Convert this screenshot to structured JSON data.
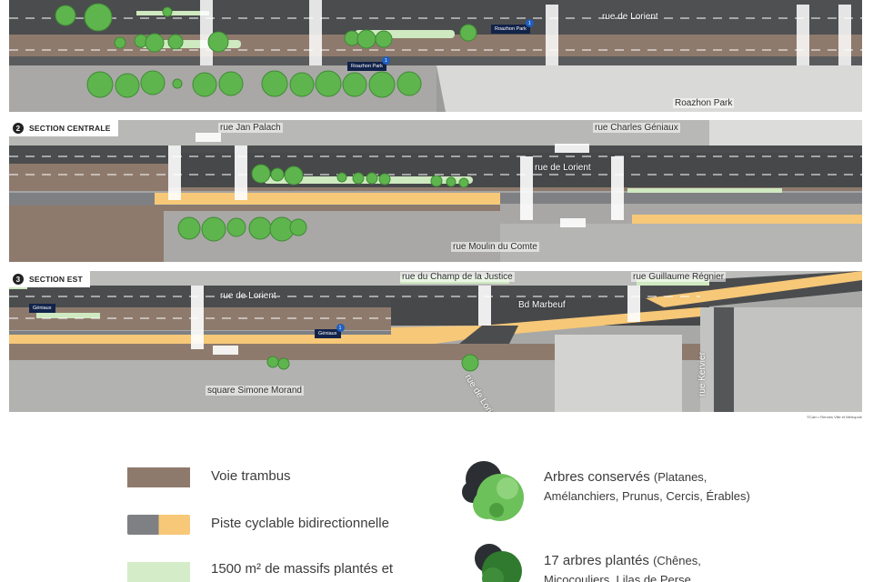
{
  "sections": {
    "s1": {
      "labels": {
        "rue_lorient": "rue de Lorient",
        "roazhon_park": "Roazhon Park",
        "stop_top": "Roazhon Park",
        "stop_bottom": "Roazhon Park"
      }
    },
    "s2": {
      "number": "2",
      "title": "SECTION CENTRALE",
      "labels": {
        "rue_jan_palach": "rue Jan Palach",
        "rue_charles": "rue Charles Géniaux",
        "rue_lorient": "rue de Lorient",
        "rue_moulin": "rue Moulin du Comte"
      }
    },
    "s3": {
      "number": "3",
      "title": "SECTION EST",
      "labels": {
        "rue_champ": "rue du Champ de la Justice",
        "rue_guillaume": "rue Guillaume Régnier",
        "rue_lorient": "rue de Lorient",
        "bd_marbeuf": "Bd Marbeuf",
        "rue_lorient_diag": "rue de Lorient",
        "rue_kervier": "rue Kervier",
        "square": "square Simone Morand",
        "stop_left": "Géniaux",
        "stop_mid": "Géniaux"
      }
    },
    "bus_marker": "1"
  },
  "credit": "©Cam • Rennes Ville et Métropole",
  "legend": {
    "trambus": "Voie trambus",
    "cycle": "Piste cyclable bidirectionnelle",
    "massifs": "1500 m² de massifs plantés et",
    "trees_kept_main": "Arbres conservés",
    "trees_kept_list": "(Platanes, Amélanchiers, Prunus, Cercis, Érables)",
    "trees_planted_main": "17 arbres plantés",
    "trees_planted_list": "(Chênes, Micocouliers, Lilas de Perse,"
  },
  "colors": {
    "trambus": "#8e7a6c",
    "cycle_gray": "#7f8084",
    "cycle_yellow": "#f6c878",
    "massif": "#d5ecc8",
    "road": "#4b4c4e",
    "tree": "#5fb54d"
  }
}
